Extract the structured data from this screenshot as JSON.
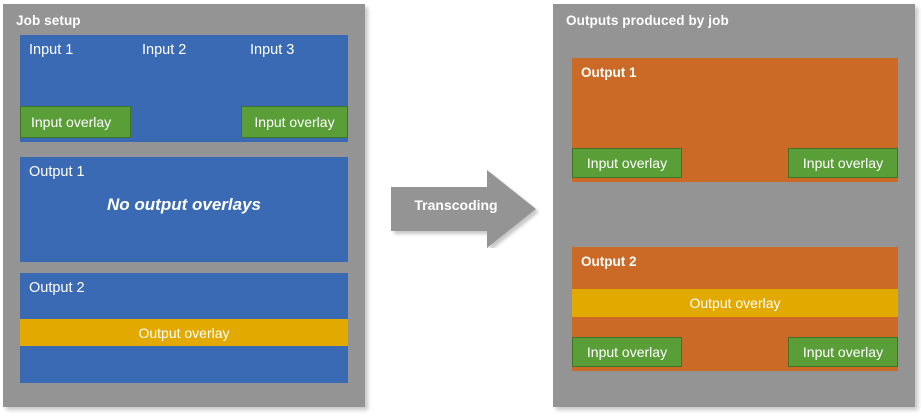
{
  "colors": {
    "panel_gray": "#949494",
    "input_blue": "#3B6AB4",
    "output_orange": "#CB6A26",
    "input_overlay_green": "#5A9E38",
    "output_overlay_yellow": "#E2A900",
    "text_white": "#FFFFFF",
    "background": "#FFFFFF"
  },
  "left_panel": {
    "title": "Job setup",
    "inputs": [
      {
        "label": "Input 1",
        "overlay": "Input overlay",
        "has_overlay": true
      },
      {
        "label": "Input 2",
        "overlay": "",
        "has_overlay": false
      },
      {
        "label": "Input 3",
        "overlay": "Input overlay",
        "has_overlay": true
      }
    ],
    "outputs": [
      {
        "label": "Output 1",
        "note": "No output overlays",
        "overlay": "",
        "has_overlay": false
      },
      {
        "label": "Output 2",
        "note": "",
        "overlay": "Output overlay",
        "has_overlay": true
      }
    ]
  },
  "arrow": {
    "label": "Transcoding",
    "direction": "right"
  },
  "right_panel": {
    "title": "Outputs produced by job",
    "outputs": [
      {
        "label": "Output 1",
        "output_overlay": "",
        "has_output_overlay": false,
        "input_overlays": [
          "Input overlay",
          "Input overlay"
        ]
      },
      {
        "label": "Output 2",
        "output_overlay": "Output overlay",
        "has_output_overlay": true,
        "input_overlays": [
          "Input overlay",
          "Input overlay"
        ]
      }
    ]
  }
}
